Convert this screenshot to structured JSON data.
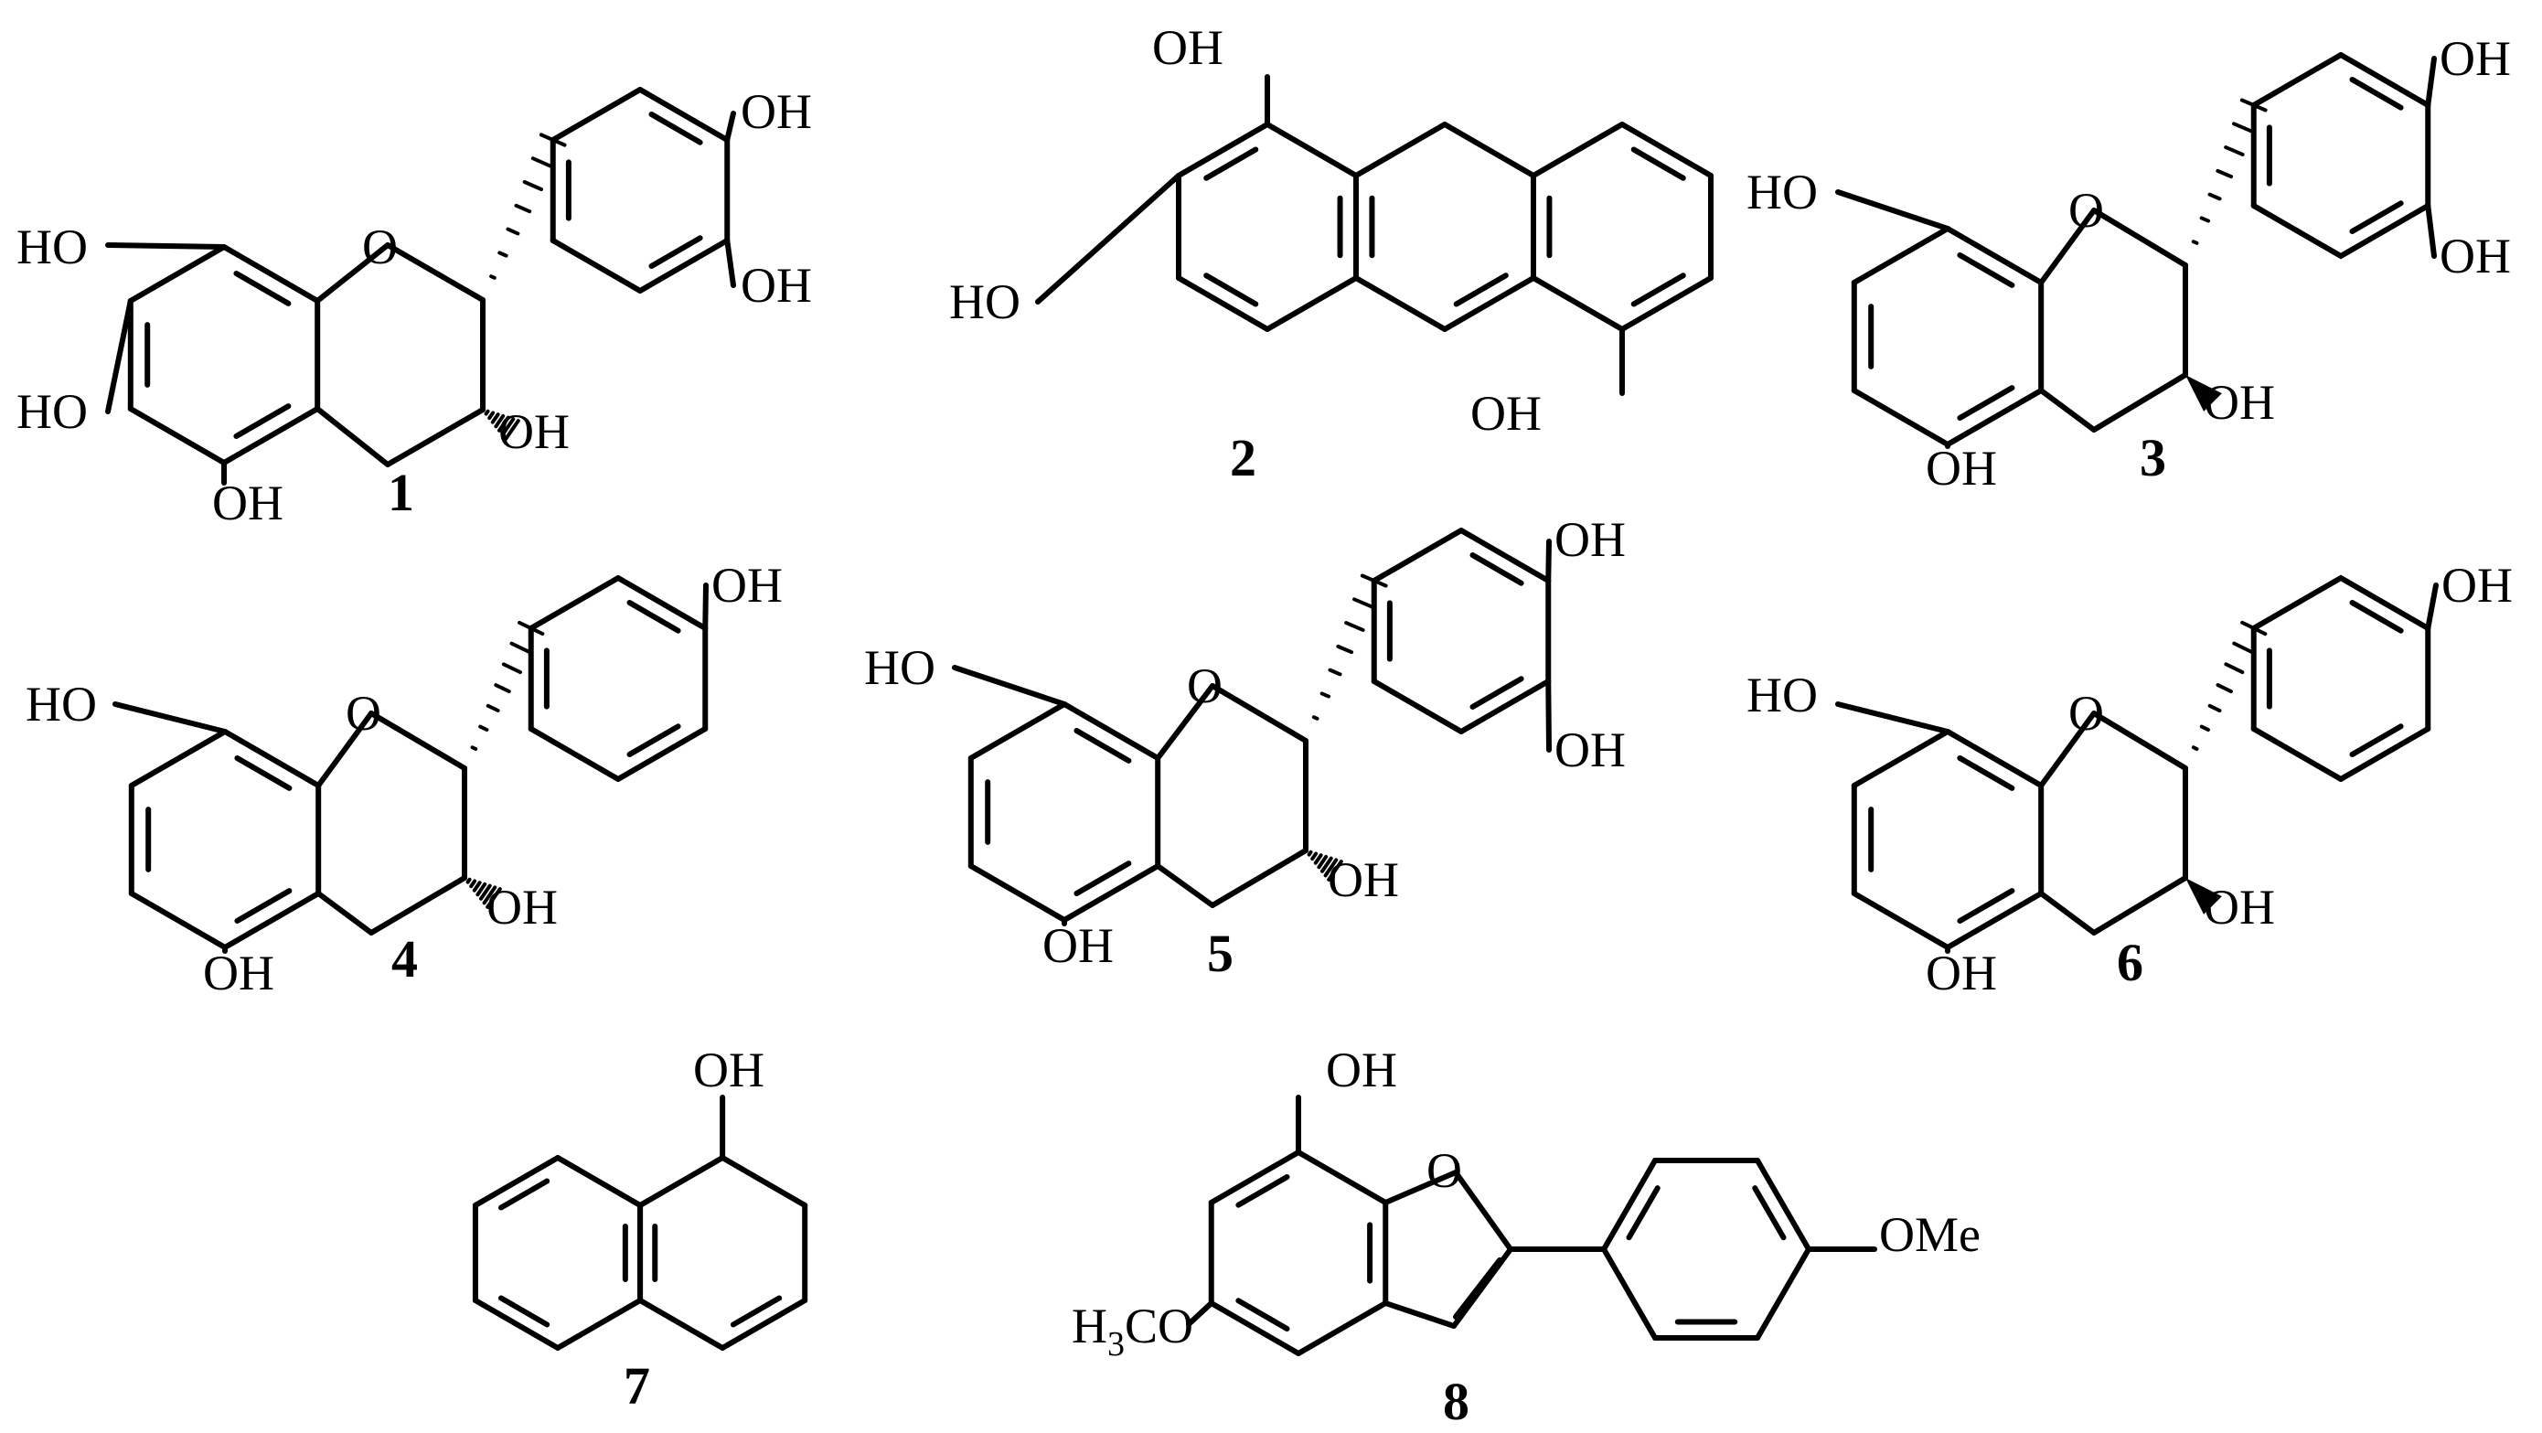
{
  "compounds": [
    {
      "number": "1",
      "labels": [
        "OH",
        "OH",
        "HO",
        "O",
        "HO",
        "OH",
        "OH"
      ]
    },
    {
      "number": "2",
      "labels": [
        "OH",
        "HO",
        "OH"
      ]
    },
    {
      "number": "3",
      "labels": [
        "OH",
        "HO",
        "O",
        "OH",
        "OH",
        "OH"
      ]
    },
    {
      "number": "4",
      "labels": [
        "OH",
        "HO",
        "O",
        "OH",
        "OH"
      ]
    },
    {
      "number": "5",
      "labels": [
        "OH",
        "HO",
        "O",
        "OH",
        "OH",
        "OH"
      ]
    },
    {
      "number": "6",
      "labels": [
        "OH",
        "HO",
        "O",
        "OH",
        "OH"
      ]
    },
    {
      "number": "7",
      "labels": [
        "OH"
      ]
    },
    {
      "number": "8",
      "labels": [
        "OH",
        "O",
        "OMe"
      ],
      "methoxy_label": {
        "h": "H",
        "sub": "3",
        "rest": "CO"
      }
    }
  ],
  "colors": {
    "bond": "#000000",
    "background": "#ffffff"
  }
}
